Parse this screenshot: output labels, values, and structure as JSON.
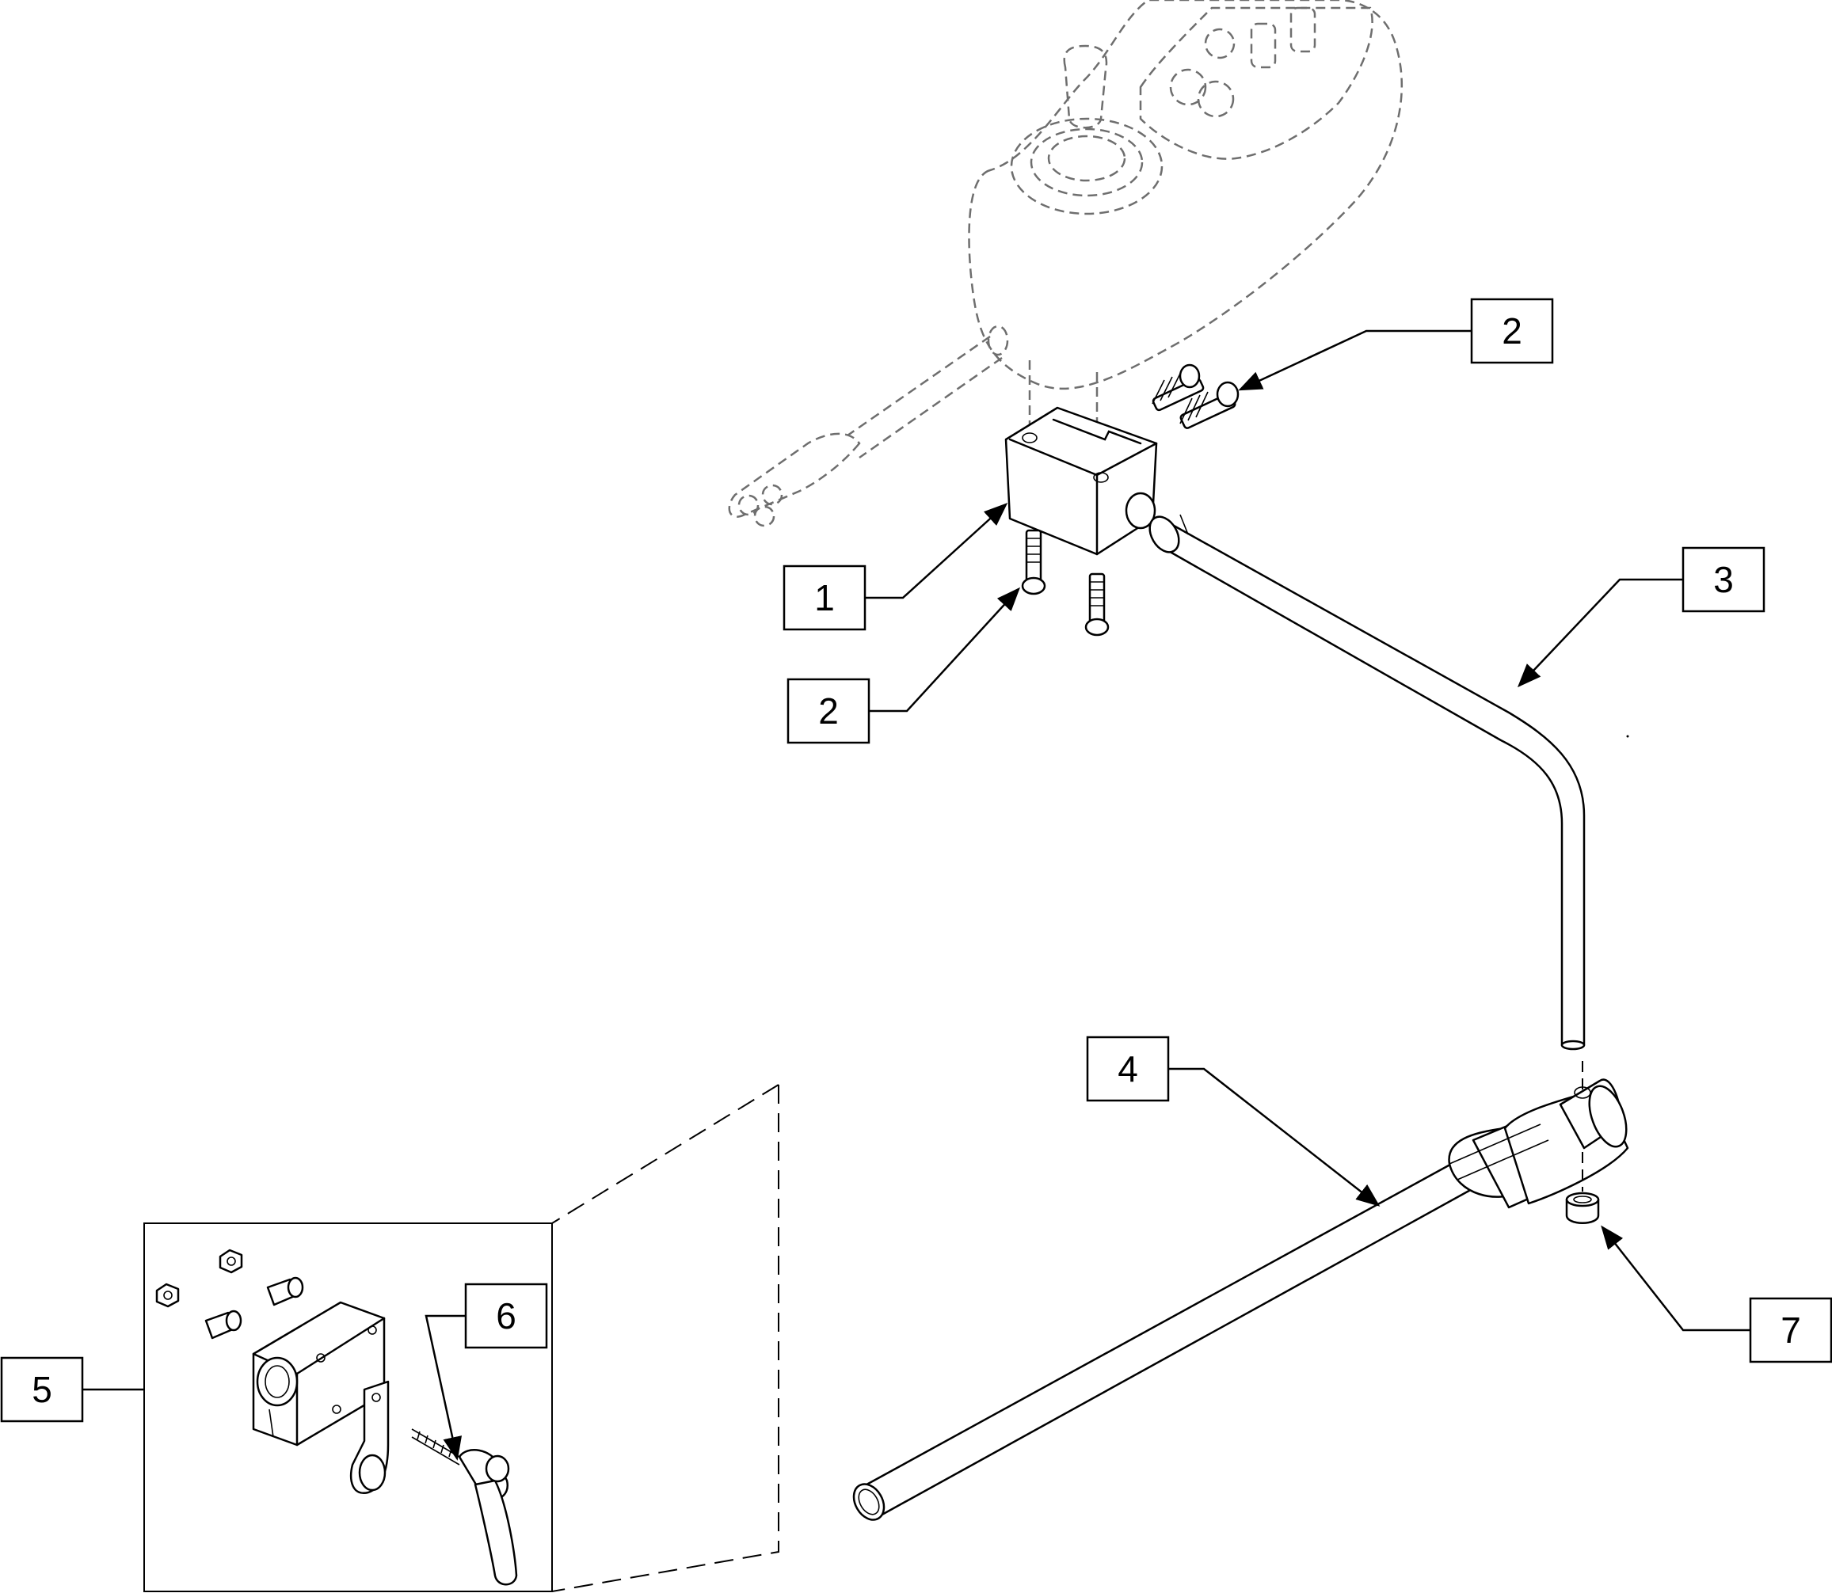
{
  "diagram": {
    "callouts": [
      {
        "id": "c1",
        "label": "1"
      },
      {
        "id": "c2a",
        "label": "2"
      },
      {
        "id": "c2b",
        "label": "2"
      },
      {
        "id": "c3",
        "label": "3"
      },
      {
        "id": "c4",
        "label": "4"
      },
      {
        "id": "c5",
        "label": "5"
      },
      {
        "id": "c6",
        "label": "6"
      },
      {
        "id": "c7",
        "label": "7"
      }
    ]
  }
}
